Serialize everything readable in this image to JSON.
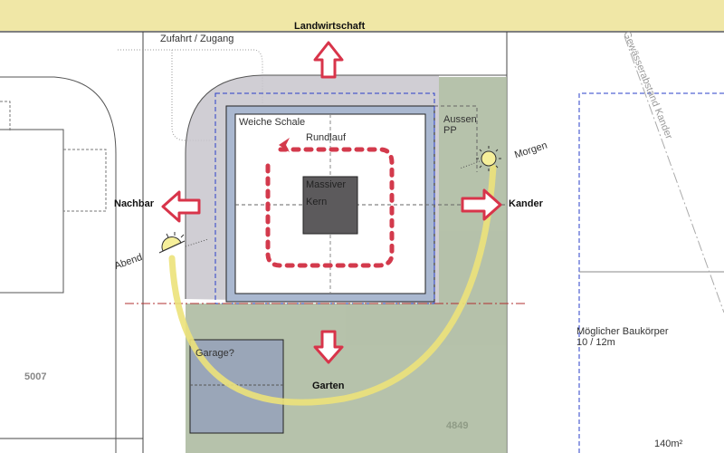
{
  "labels": {
    "north": "Landwirtschaft",
    "access": "Zufahrt / Zugang",
    "soft_shell": "Weiche Schale",
    "circulation": "Rundlauf",
    "core_line1": "Massiver",
    "core_line2": "Kern",
    "outdoor_parking_line1": "Aussen",
    "outdoor_parking_line2": "PP",
    "morning": "Morgen",
    "west": "Nachbar",
    "east": "Kander",
    "evening": "Abend",
    "water_setback": "Gewässerabstand Kander",
    "garage": "Garage?",
    "south": "Garten",
    "possible_building_line1": "Möglicher Baukörper",
    "possible_building_line2": "10 / 12m",
    "area": "140m²"
  },
  "parcels": {
    "left": "5007",
    "main": "4849"
  },
  "colors": {
    "arrow_red": "#d8344a",
    "green_wash": "#a9b79c",
    "grey_wash": "#c8c6cc",
    "sun_yellow": "#ece27a",
    "blue_dash": "#2a3fc8"
  }
}
